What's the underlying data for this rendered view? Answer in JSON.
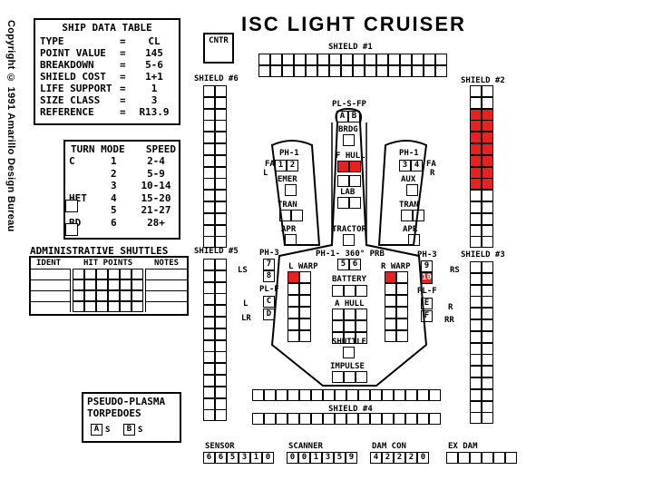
{
  "copyright": "Copyright © 1991 Amarillo Design Bureau",
  "title": "ISC LIGHT CRUISER",
  "ship_data": {
    "heading": "SHIP DATA TABLE",
    "rows": [
      {
        "label": "TYPE",
        "value": "CL"
      },
      {
        "label": "POINT VALUE",
        "value": "145"
      },
      {
        "label": "BREAKDOWN",
        "value": "5-6"
      },
      {
        "label": "SHIELD COST",
        "value": "1+1"
      },
      {
        "label": "LIFE SUPPORT",
        "value": "1"
      },
      {
        "label": "SIZE CLASS",
        "value": "3"
      },
      {
        "label": "REFERENCE",
        "value": "R13.9"
      }
    ]
  },
  "turn_mode": {
    "h1": "TURN MODE",
    "h2": "SPEED",
    "rows": [
      {
        "mode": "C",
        "num": "1",
        "speed": "2-4"
      },
      {
        "mode": "",
        "num": "2",
        "speed": "5-9"
      },
      {
        "mode": "",
        "num": "3",
        "speed": "10-14"
      },
      {
        "mode": "HET",
        "num": "4",
        "speed": "15-20"
      },
      {
        "mode": "",
        "num": "5",
        "speed": "21-27"
      },
      {
        "mode": "BD",
        "num": "6",
        "speed": "28+"
      }
    ]
  },
  "shuttles": {
    "heading": "ADMINISTRATIVE SHUTTLES",
    "cols": [
      "IDENT",
      "HIT POINTS",
      "NOTES"
    ]
  },
  "cntr_label": "CNTR",
  "shields": {
    "s1": "SHIELD #1",
    "s2": "SHIELD #2",
    "s3": "SHIELD #3",
    "s4": "SHIELD #4",
    "s5": "SHIELD #5",
    "s6": "SHIELD #6",
    "s2_hits": 12
  },
  "hull": {
    "pl_s_fp": "PL-S-FP",
    "pl_s_boxes": [
      "A",
      "B"
    ],
    "brdg": "BRDG",
    "ph1_left": "PH-1",
    "ph1_left_boxes": [
      "1",
      "2"
    ],
    "ph1_right": "PH-1",
    "ph1_right_boxes": [
      "3",
      "4"
    ],
    "fa_l": "FA",
    "l": "L",
    "fa_r": "FA",
    "r": "R",
    "f_hull": "F HULL",
    "emer": "EMER",
    "aux": "AUX",
    "lab": "LAB",
    "tran": "TRAN",
    "apr": "APR",
    "tractor": "TRACTOR",
    "ph3_left": "PH-3",
    "ph3_left_boxes": [
      "7",
      "8"
    ],
    "ph3_right": "PH-3",
    "ph3_right_boxes": [
      "9",
      "10"
    ],
    "ph1_360": "PH-1- 360° PRB",
    "ph1_360_boxes": [
      "5",
      "6"
    ],
    "l_warp": "L WARP",
    "r_warp": "R WARP",
    "battery": "BATTERY",
    "ls": "LS",
    "rs": "RS",
    "plf_left": "PL-F",
    "plf_left_boxes": [
      "C",
      "D"
    ],
    "plf_right": "PL-F",
    "plf_right_boxes": [
      "E",
      "F"
    ],
    "side_l": "L",
    "side_lr": "LR",
    "side_r": "R",
    "side_rr": "RR",
    "a_hull": "A HULL",
    "shuttle": "SHUTTLE",
    "impulse": "IMPULSE"
  },
  "pseudo": {
    "l1": "PSEUDO-PLASMA",
    "l2": "TORPEDOES",
    "a": "A",
    "as": "S",
    "b": "B",
    "bs": "S"
  },
  "tracks": {
    "sensor": {
      "label": "SENSOR",
      "values": [
        "6",
        "6",
        "5",
        "3",
        "1",
        "0"
      ]
    },
    "scanner": {
      "label": "SCANNER",
      "values": [
        "0",
        "0",
        "1",
        "3",
        "5",
        "9"
      ]
    },
    "damcon": {
      "label": "DAM CON",
      "values": [
        "4",
        "2",
        "2",
        "2",
        "0"
      ]
    },
    "exdam": {
      "label": "EX DAM",
      "values": [
        "",
        "",
        "",
        "",
        "",
        ""
      ]
    }
  },
  "colors": {
    "damage": "#e8201e"
  }
}
